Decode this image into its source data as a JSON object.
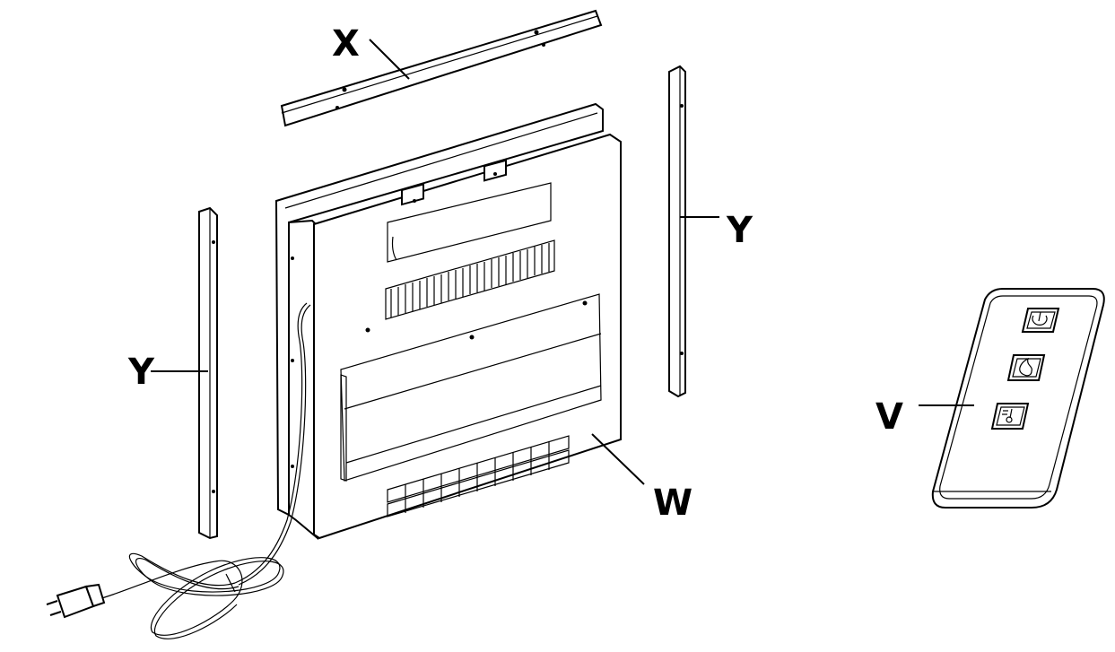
{
  "labels": {
    "top_bracket": "X",
    "left_trim": "Y",
    "right_trim": "Y",
    "fireplace_unit": "W",
    "remote": "V"
  },
  "remote_buttons": [
    {
      "icon": "power-icon"
    },
    {
      "icon": "flame-icon"
    },
    {
      "icon": "thermometer-icon"
    }
  ]
}
